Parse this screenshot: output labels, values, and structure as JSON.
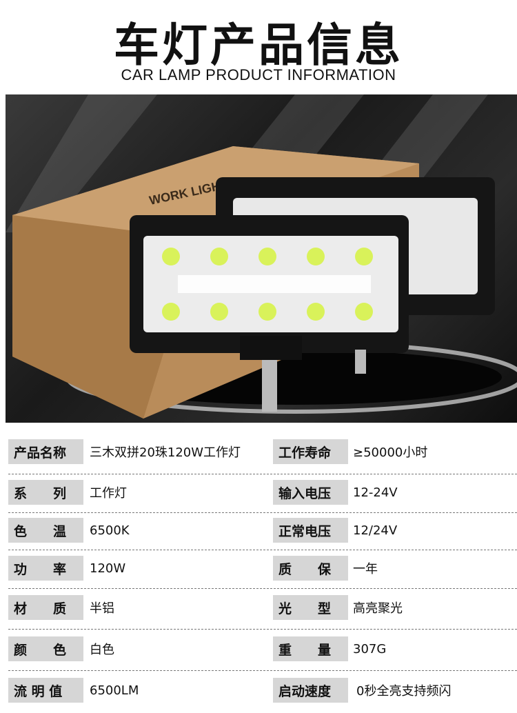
{
  "header": {
    "title": "车灯产品信息",
    "subtitle": "CAR LAMP PRODUCT INFORMATION"
  },
  "photo": {
    "box_text": "WORK LIGHT"
  },
  "specs": [
    {
      "l1": "产品名称",
      "v1": "三木双拼20珠120W工作灯",
      "l2": "工作寿命",
      "v2": "≥50000小时"
    },
    {
      "l1": "系　　列",
      "v1": "工作灯",
      "l2": "输入电压",
      "v2": "12-24V"
    },
    {
      "l1": "色　　温",
      "v1": "6500K",
      "l2": "正常电压",
      "v2": "12/24V"
    },
    {
      "l1": "功　　率",
      "v1": "120W",
      "l2": "质　　保",
      "v2": "一年"
    },
    {
      "l1": "材　　质",
      "v1": "半铝",
      "l2": "光　　型",
      "v2": "高亮聚光"
    },
    {
      "l1": "颜　　色",
      "v1": "白色",
      "l2": "重　　量",
      "v2": "307G"
    },
    {
      "l1": "流 明 值",
      "v1": "6500LM",
      "l2": "启动速度",
      "v2": "0秒全亮支持频闪"
    }
  ]
}
